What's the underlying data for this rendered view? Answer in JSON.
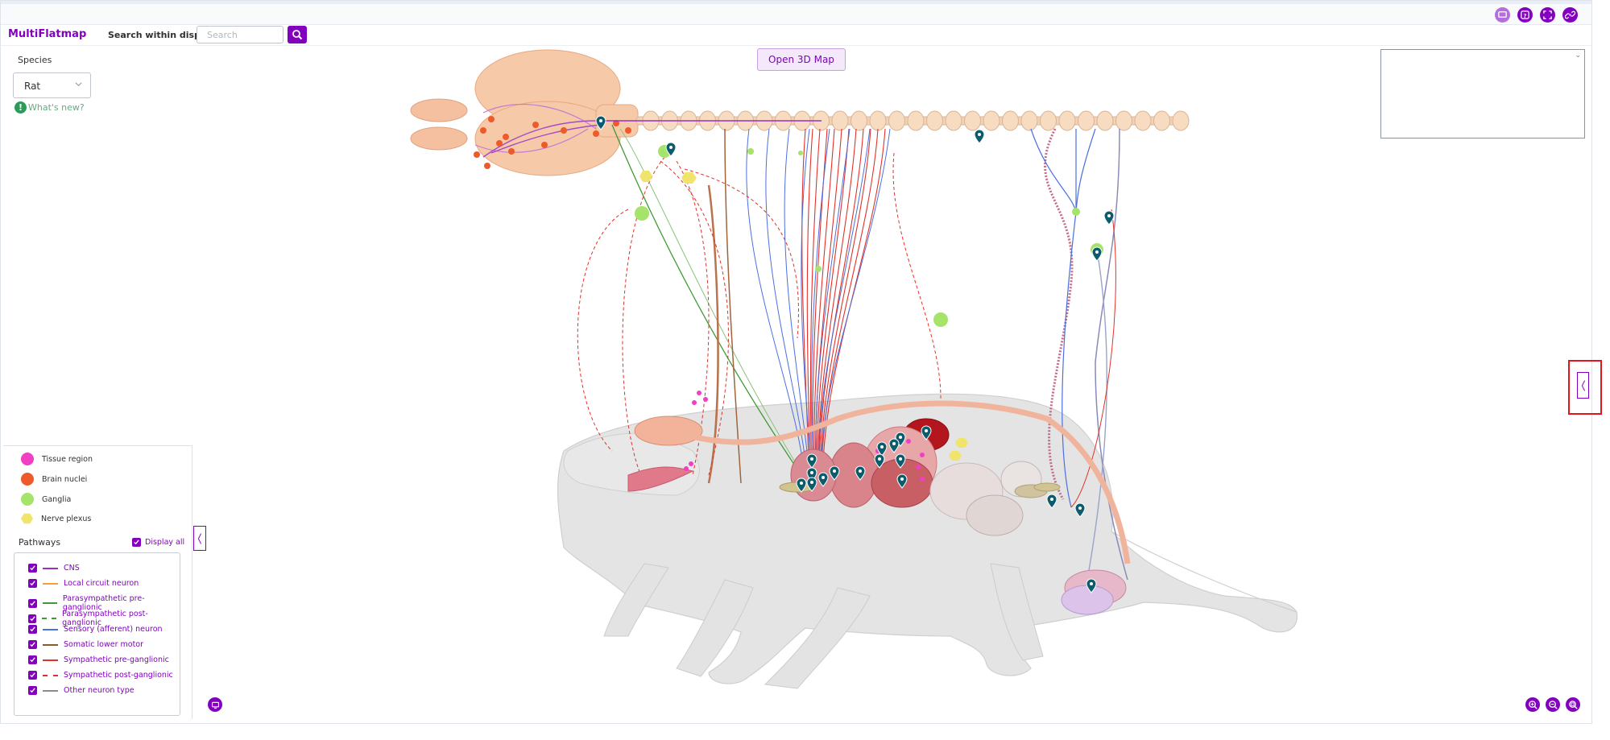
{
  "app": {
    "title": "MultiFlatmap"
  },
  "toolbar": {
    "search_label": "Search within display",
    "search_placeholder": "Search"
  },
  "top_icons": [
    "screen-icon",
    "help-icon",
    "fullscreen-icon",
    "link-icon"
  ],
  "species": {
    "label": "Species",
    "selected": "Rat"
  },
  "whats_new": {
    "icon_text": "!",
    "label": "What's new?"
  },
  "map": {
    "open_3d_label": "Open 3D Map"
  },
  "legend": {
    "features": [
      {
        "label": "Tissue region",
        "color": "#f03fc4",
        "shape": "circle"
      },
      {
        "label": "Brain nuclei",
        "color": "#ef5a2a",
        "shape": "circle"
      },
      {
        "label": "Ganglia",
        "color": "#a5e36b",
        "shape": "circle"
      },
      {
        "label": "Nerve plexus",
        "color": "#f1e46c",
        "shape": "hexagon"
      }
    ],
    "pathways_title": "Pathways",
    "display_all_label": "Display all",
    "display_all_checked": true,
    "pathways": [
      {
        "label": "CNS",
        "color": "#9b30c3",
        "style": "solid",
        "checked": true
      },
      {
        "label": "Local circuit neuron",
        "color": "#f0a13c",
        "style": "solid",
        "checked": true
      },
      {
        "label": "Parasympathetic pre-ganglionic",
        "color": "#3f9a35",
        "style": "solid",
        "checked": true
      },
      {
        "label": "Parasympathetic post-ganglionic",
        "color": "#3f9a35",
        "style": "dashed",
        "checked": true
      },
      {
        "label": "Sensory (afferent) neuron",
        "color": "#4a6fe0",
        "style": "solid",
        "checked": true
      },
      {
        "label": "Somatic lower motor",
        "color": "#8b5a2b",
        "style": "solid",
        "checked": true
      },
      {
        "label": "Sympathetic pre-ganglionic",
        "color": "#e0322b",
        "style": "solid",
        "checked": true
      },
      {
        "label": "Sympathetic post-ganglionic",
        "color": "#e0322b",
        "style": "dashed",
        "checked": true
      },
      {
        "label": "Other neuron type",
        "color": "#8c8c8c",
        "style": "solid",
        "checked": true
      }
    ]
  },
  "zoom_controls": [
    "zoom-in-icon",
    "zoom-out-icon",
    "zoom-fit-icon"
  ],
  "colors": {
    "accent": "#8300bf",
    "highlight": "#e2141c"
  }
}
